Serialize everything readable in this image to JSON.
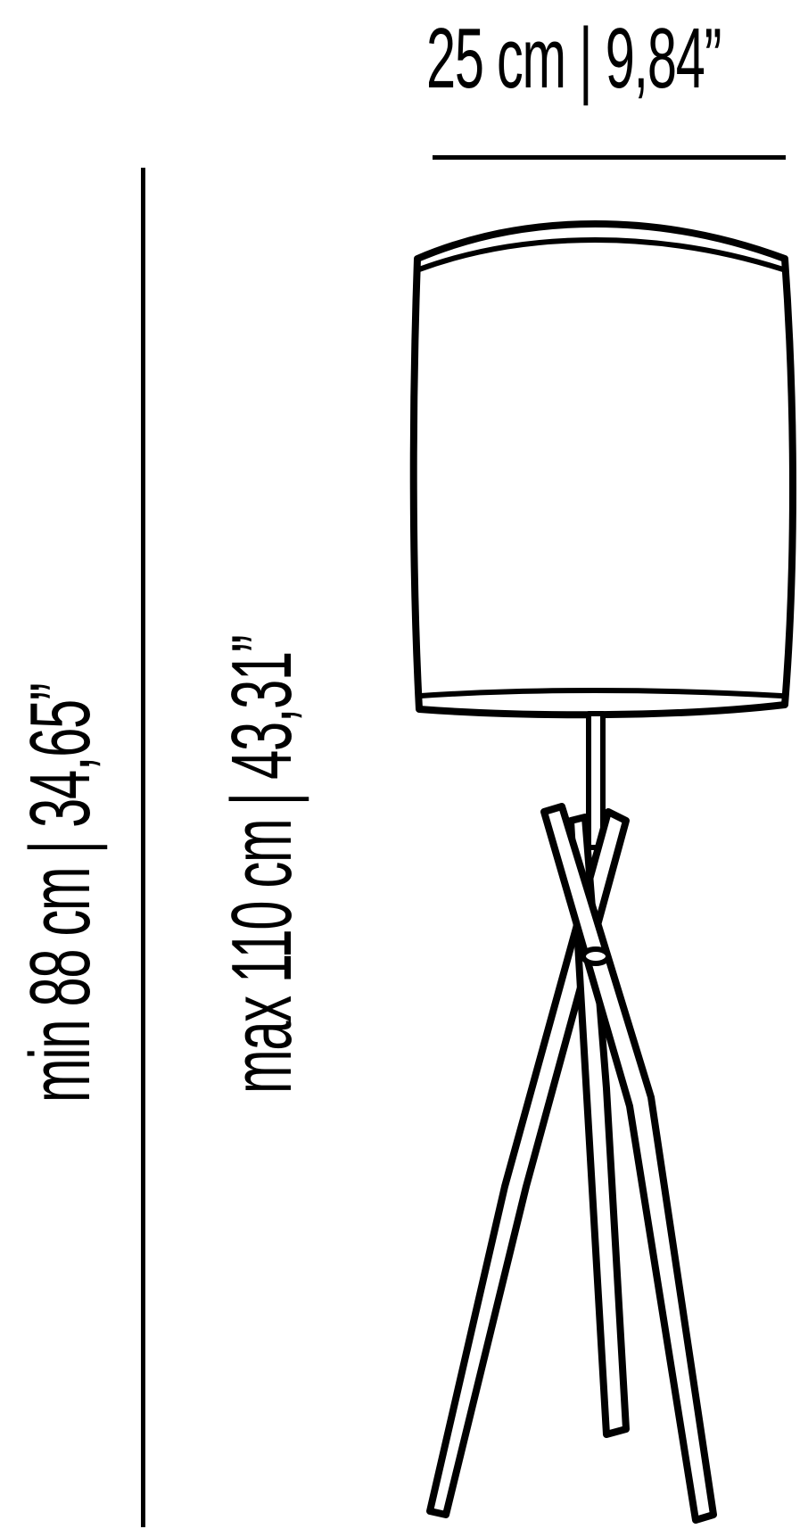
{
  "dimensions": {
    "width": "25 cm | 9,84”",
    "height_min": "min 88 cm | 34,65”",
    "height_max": "max 110 cm | 43,31”"
  },
  "colors": {
    "ink": "#000000",
    "background": "#ffffff"
  },
  "illustration": "floor-lamp-line-drawing"
}
